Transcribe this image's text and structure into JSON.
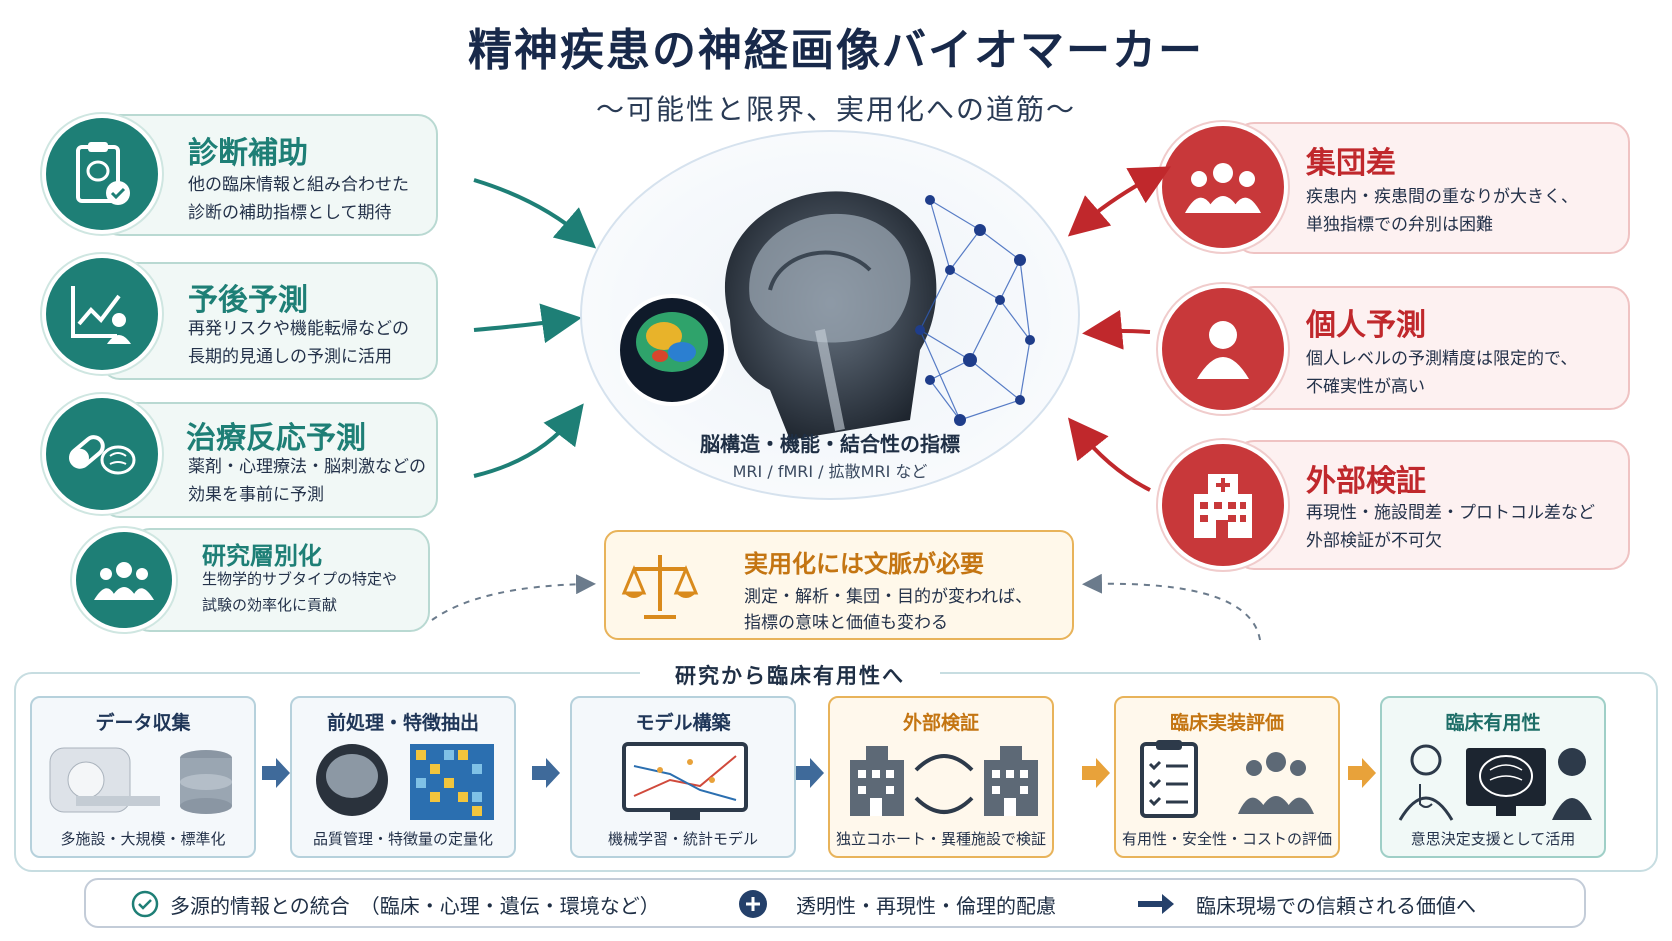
{
  "header": {
    "title": "精神疾患の神経画像バイオマーカー",
    "subtitle": "〜可能性と限界、実用化への道筋〜"
  },
  "left_cards": [
    {
      "title": "診断補助",
      "desc1": "他の臨床情報と組み合わせた",
      "desc2": "診断の補助指標として期待",
      "icon": "clipboard-brain-check-icon"
    },
    {
      "title": "予後予測",
      "desc1": "再発リスクや機能転帰などの",
      "desc2": "長期的見通しの予測に活用",
      "icon": "trend-chart-person-icon"
    },
    {
      "title": "治療反応予測",
      "desc1": "薬剤・心理療法・脳刺激などの",
      "desc2": "効果を事前に予測",
      "icon": "pill-brain-icon"
    },
    {
      "title": "研究層別化",
      "desc1": "生物学的サブタイプの特定や",
      "desc2": "試験の効率化に貢献",
      "icon": "people-group-icon"
    }
  ],
  "right_cards": [
    {
      "title": "集団差",
      "desc1": "疾患内・疾患間の重なりが大きく、",
      "desc2": "単独指標での弁別は困難",
      "icon": "people-group-icon"
    },
    {
      "title": "個人予測",
      "desc1": "個人レベルの予測精度は限定的で、",
      "desc2": "不確実性が高い",
      "icon": "person-icon"
    },
    {
      "title": "外部検証",
      "desc1": "再現性・施設間差・プロトコル差など",
      "desc2": "外部検証が不可欠",
      "icon": "hospital-icon"
    }
  ],
  "center": {
    "label": "脳構造・機能・結合性の指標",
    "sublabel": "MRI / fMRI / 拡散MRI など"
  },
  "context_box": {
    "title": "実用化には文脈が必要",
    "desc1": "測定・解析・集団・目的が変われば、",
    "desc2": "指標の意味と価値も変わる",
    "icon": "scale-icon"
  },
  "pipeline": {
    "title": "研究から臨床有用性へ",
    "steps": [
      {
        "title": "データ収集",
        "caption": "多施設・大規模・標準化"
      },
      {
        "title": "前処理・特徴抽出",
        "caption": "品質管理・特徴量の定量化"
      },
      {
        "title": "モデル構築",
        "caption": "機械学習・統計モデル"
      },
      {
        "title": "外部検証",
        "caption": "独立コホート・異種施設で検証"
      },
      {
        "title": "臨床実装評価",
        "caption": "有用性・安全性・コストの評価"
      },
      {
        "title": "臨床有用性",
        "caption": "意思決定支援として活用"
      }
    ]
  },
  "bottom": {
    "item1": "多源的情報との統合　（臨床・心理・遺伝・環境など）",
    "item2": "透明性・再現性・倫理的配慮",
    "item3": "臨床現場での信頼される価値へ"
  },
  "colors": {
    "teal": "#1e7f76",
    "red": "#c8383a",
    "orange": "#e8a23a",
    "navy": "#18294a"
  }
}
